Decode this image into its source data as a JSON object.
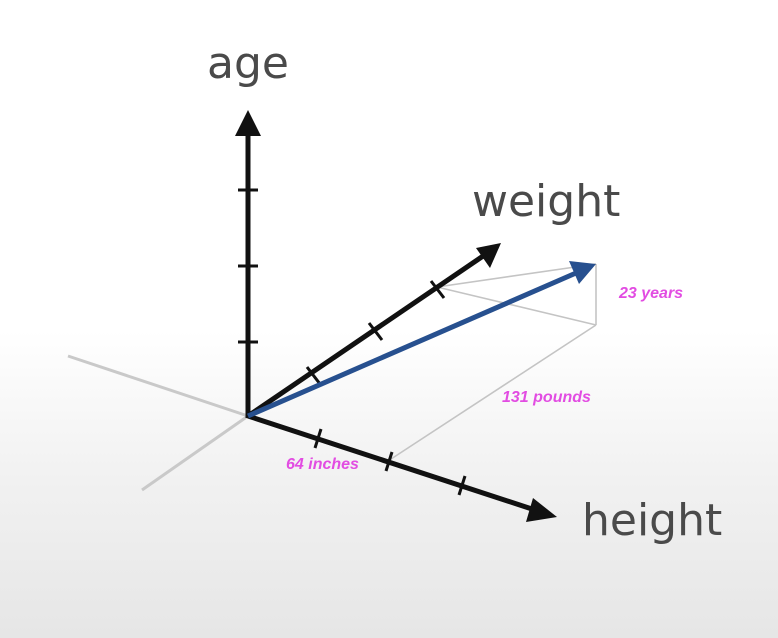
{
  "diagram": {
    "axis_labels": {
      "age": "age",
      "weight": "weight",
      "height": "height"
    },
    "value_labels": {
      "age_value": "23 years",
      "weight_value": "131 pounds",
      "height_value": "64 inches"
    },
    "colors": {
      "axis": "#111111",
      "vector": "#27508f",
      "value_text": "#e24ce2",
      "axis_label_text": "#4a4a4a",
      "guide_lines": "#c8c8c8",
      "negative_axes": "#c9c9c9"
    }
  }
}
